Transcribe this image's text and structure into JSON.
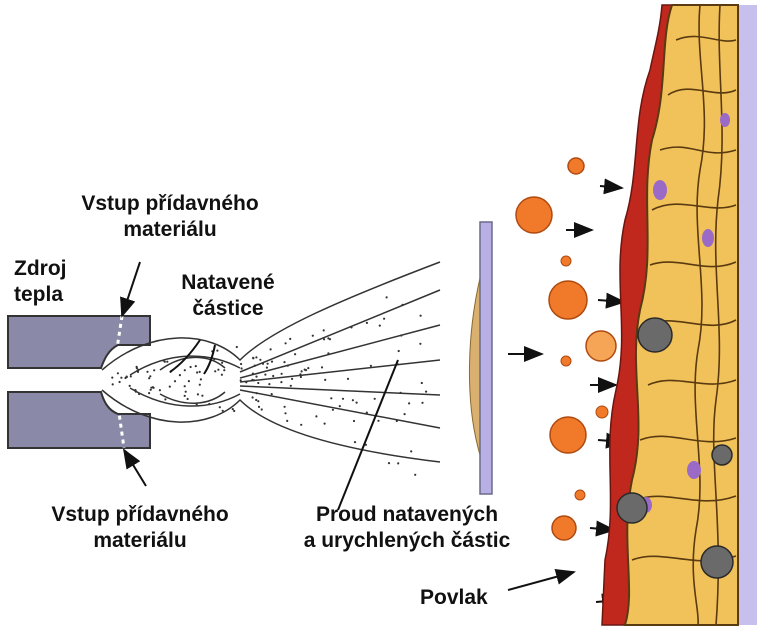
{
  "labels": {
    "input_top_line1": "Vstup přídavného",
    "input_top_line2": "materiálu",
    "heat_line1": "Zdroj",
    "heat_line2": "tepla",
    "molten_line1": "Natavené",
    "molten_line2": "částice",
    "input_bottom_line1": "Vstup přídavného",
    "input_bottom_line2": "materiálu",
    "stream_line1": "Proud natavených",
    "stream_line2": "a urychlených částic",
    "coating": "Povlak"
  },
  "colors": {
    "torch": "#8a8aa8",
    "particle_orange": "#f07a2a",
    "particle_orange_light": "#f6a455",
    "splat_yellow": "#f2c25a",
    "splat_red": "#c0281e",
    "pore_violet": "#9a6ac6",
    "oxide_gray": "#6a6a6a",
    "substrate": "#c8c0ec",
    "screen": "#b8b0e4"
  }
}
